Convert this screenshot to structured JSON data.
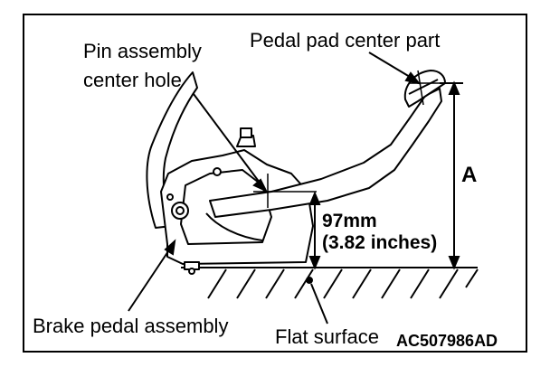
{
  "labels": {
    "pin_line1": "Pin assembly",
    "pin_line2": "center hole",
    "pedal_pad": "Pedal pad center part",
    "dim_mm": "97mm",
    "dim_in": "(3.82 inches)",
    "dim_a": "A",
    "brake_pedal": "Brake pedal assembly",
    "flat_surface": "Flat surface",
    "figure_code": "AC507986AD"
  },
  "colors": {
    "ink": "#000000",
    "background": "#ffffff"
  }
}
